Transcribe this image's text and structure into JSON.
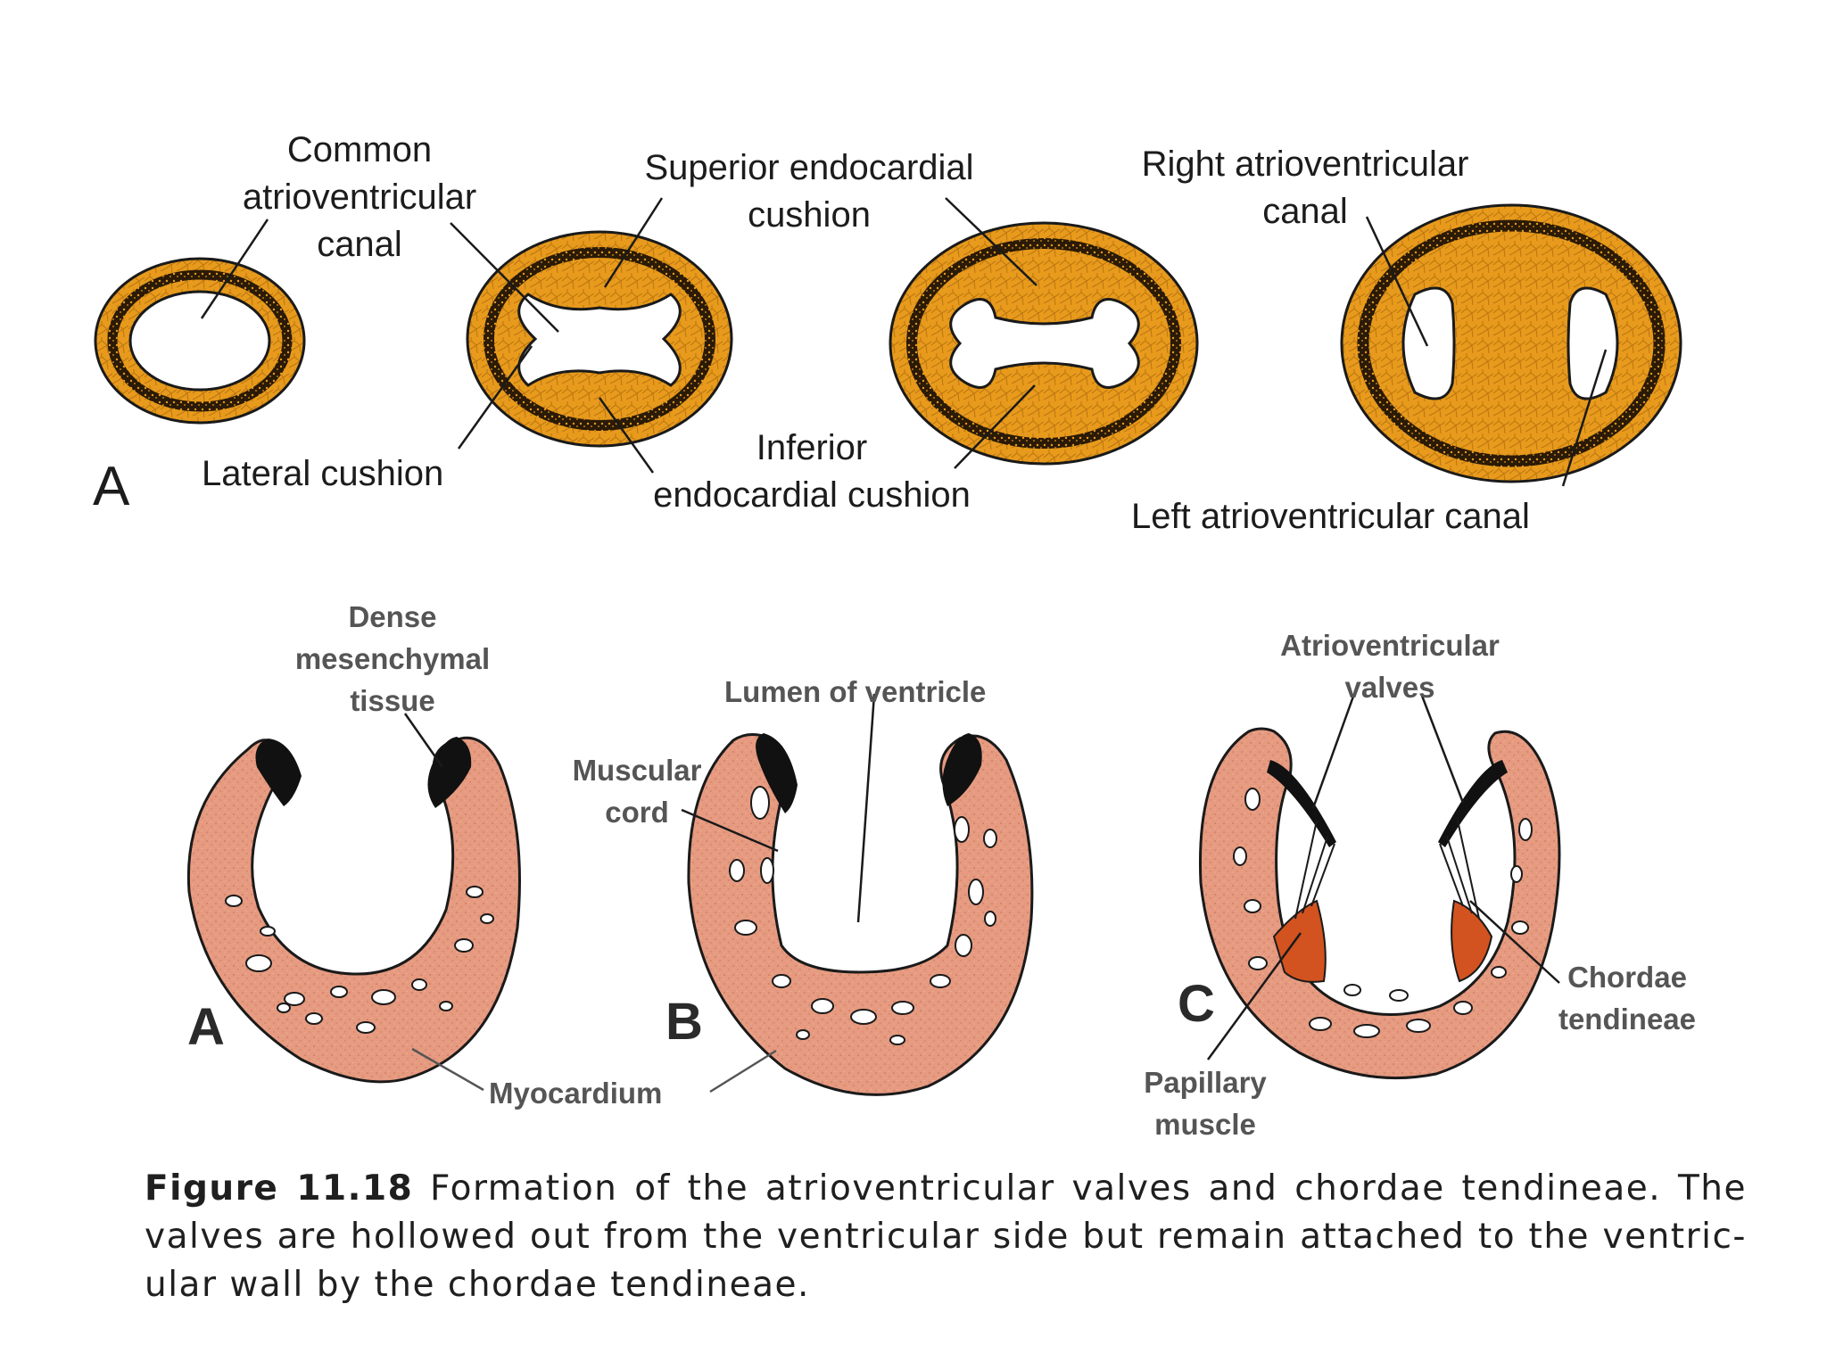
{
  "top_panel": {
    "panel_letter": "A",
    "labels": {
      "common_canal": "Common\natrioventricular\ncanal",
      "superior_cushion": "Superior endocardial\ncushion",
      "right_canal": "Right atrioventricular\ncanal",
      "lateral_cushion": "Lateral cushion",
      "inferior_cushion": "Inferior\nendocardial cushion",
      "left_canal": "Left atrioventricular canal"
    }
  },
  "bottom_panel": {
    "letters": [
      "A",
      "B",
      "C"
    ],
    "labels": {
      "dense_mesenchymal": "Dense\nmesenchymal\ntissue",
      "lumen": "Lumen of ventricle",
      "muscular_cord": "Muscular\ncord",
      "myocardium": "Myocardium",
      "av_valves": "Atrioventricular\nvalves",
      "chordae": "Chordae\ntendineae",
      "papillary": "Papillary\nmuscle"
    }
  },
  "caption": {
    "figure_label": "Figure 11.18",
    "text": "Formation of the atrioventricular valves and chordae tendineae. The valves are hollowed out from the ventricular side but remain attached to the ventric-ular wall by the chordae tendineae."
  },
  "colors": {
    "cushion_orange": "#e79a1c",
    "myocardium_pink": "#e69a80",
    "papillary_red": "#d2531f",
    "outline": "#1a1a1a"
  }
}
